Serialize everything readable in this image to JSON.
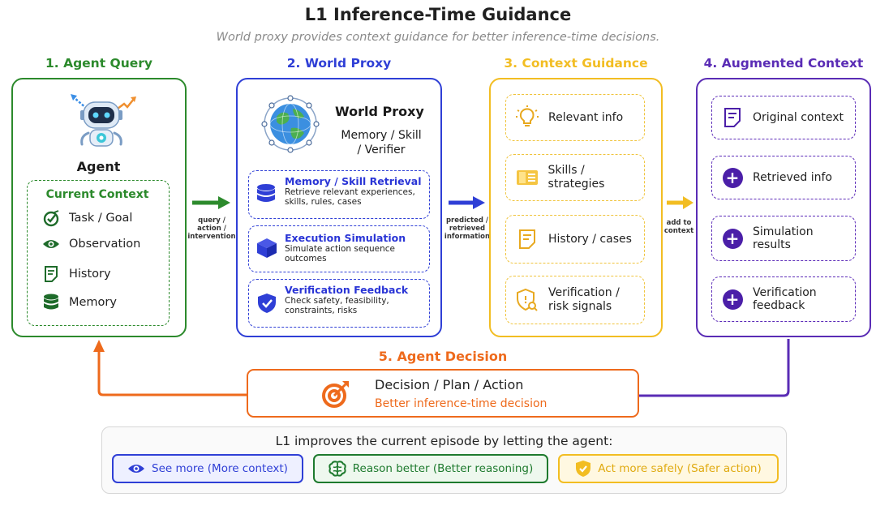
{
  "header": {
    "title": "L1 Inference-Time Guidance",
    "subtitle": "World proxy provides context guidance for better inference-time decisions."
  },
  "agent_query": {
    "heading": "1. Agent Query",
    "agent_label": "Agent",
    "context_title": "Current Context",
    "items": [
      "Task / Goal",
      "Observation",
      "History",
      "Memory"
    ]
  },
  "arrow1": {
    "label_lines": [
      "query /",
      "action /",
      "intervention"
    ]
  },
  "world_proxy": {
    "heading": "2. World Proxy",
    "name": "World Proxy",
    "subtitle_lines": [
      "Memory / Skill",
      "/ Verifier"
    ],
    "boxes": [
      {
        "title": "Memory / Skill Retrieval",
        "desc_lines": [
          "Retrieve relevant experiences,",
          "skills, rules, cases"
        ]
      },
      {
        "title": "Execution Simulation",
        "desc_lines": [
          "Simulate action sequence",
          "outcomes"
        ]
      },
      {
        "title": "Verification Feedback",
        "desc_lines": [
          "Check safety, feasibility,",
          "constraints, risks"
        ]
      }
    ]
  },
  "arrow2": {
    "label_lines": [
      "predicted /",
      "retrieved",
      "information"
    ]
  },
  "context_guidance": {
    "heading": "3. Context Guidance",
    "items": [
      {
        "label_lines": [
          "Relevant info"
        ]
      },
      {
        "label_lines": [
          "Skills / strategies"
        ]
      },
      {
        "label_lines": [
          "History / cases"
        ]
      },
      {
        "label_lines": [
          "Verification /",
          "risk signals"
        ]
      }
    ]
  },
  "arrow3": {
    "label_lines": [
      "add to",
      "context"
    ]
  },
  "augmented_context": {
    "heading": "4. Augmented Context",
    "items": [
      {
        "label_lines": [
          "Original context"
        ]
      },
      {
        "label_lines": [
          "Retrieved info"
        ]
      },
      {
        "label_lines": [
          "Simulation",
          "results"
        ]
      },
      {
        "label_lines": [
          "Verification",
          "feedback"
        ]
      }
    ]
  },
  "agent_decision": {
    "heading": "5. Agent Decision",
    "main": "Decision / Plan / Action",
    "sub": "Better inference-time decision"
  },
  "summary": {
    "title": "L1 improves the current episode by letting the agent:",
    "pills": [
      {
        "label": "See more (More context)",
        "color": "#2f3fd6"
      },
      {
        "label": "Reason better (Better reasoning)",
        "color": "#1e7a2e"
      },
      {
        "label": "Act more safely (Safer action)",
        "color": "#e8b92a"
      }
    ]
  },
  "colors": {
    "green": "#2c8a2c",
    "blue": "#2f3fd6",
    "yellow": "#f2bd22",
    "purple": "#5a2cb5",
    "orange": "#ee6a1c"
  }
}
